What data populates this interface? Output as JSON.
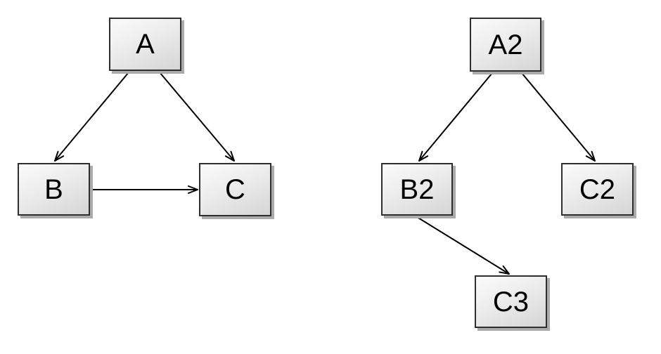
{
  "canvas": {
    "background": "#ffffff"
  },
  "diagram": {
    "graphs": [
      {
        "id": "left-graph",
        "nodes": [
          {
            "id": "A",
            "label": "A"
          },
          {
            "id": "B",
            "label": "B"
          },
          {
            "id": "C",
            "label": "C"
          }
        ],
        "edges": [
          {
            "from": "A",
            "to": "B",
            "directed": true
          },
          {
            "from": "A",
            "to": "C",
            "directed": true
          },
          {
            "from": "B",
            "to": "C",
            "directed": true
          }
        ]
      },
      {
        "id": "right-graph",
        "nodes": [
          {
            "id": "A2",
            "label": "A2"
          },
          {
            "id": "B2",
            "label": "B2"
          },
          {
            "id": "C2",
            "label": "C2"
          },
          {
            "id": "C3",
            "label": "C3"
          }
        ],
        "edges": [
          {
            "from": "A2",
            "to": "B2",
            "directed": true
          },
          {
            "from": "A2",
            "to": "C2",
            "directed": true
          },
          {
            "from": "B2",
            "to": "C3",
            "directed": true
          }
        ]
      }
    ],
    "style": {
      "node_border_color": "#2e2e2e",
      "node_fill_light": "#fbfbfb",
      "node_fill_dark": "#d5d5d5",
      "node_shadow_color": "#ababab",
      "arrow_color": "#000000",
      "label_color": "#000000"
    }
  }
}
